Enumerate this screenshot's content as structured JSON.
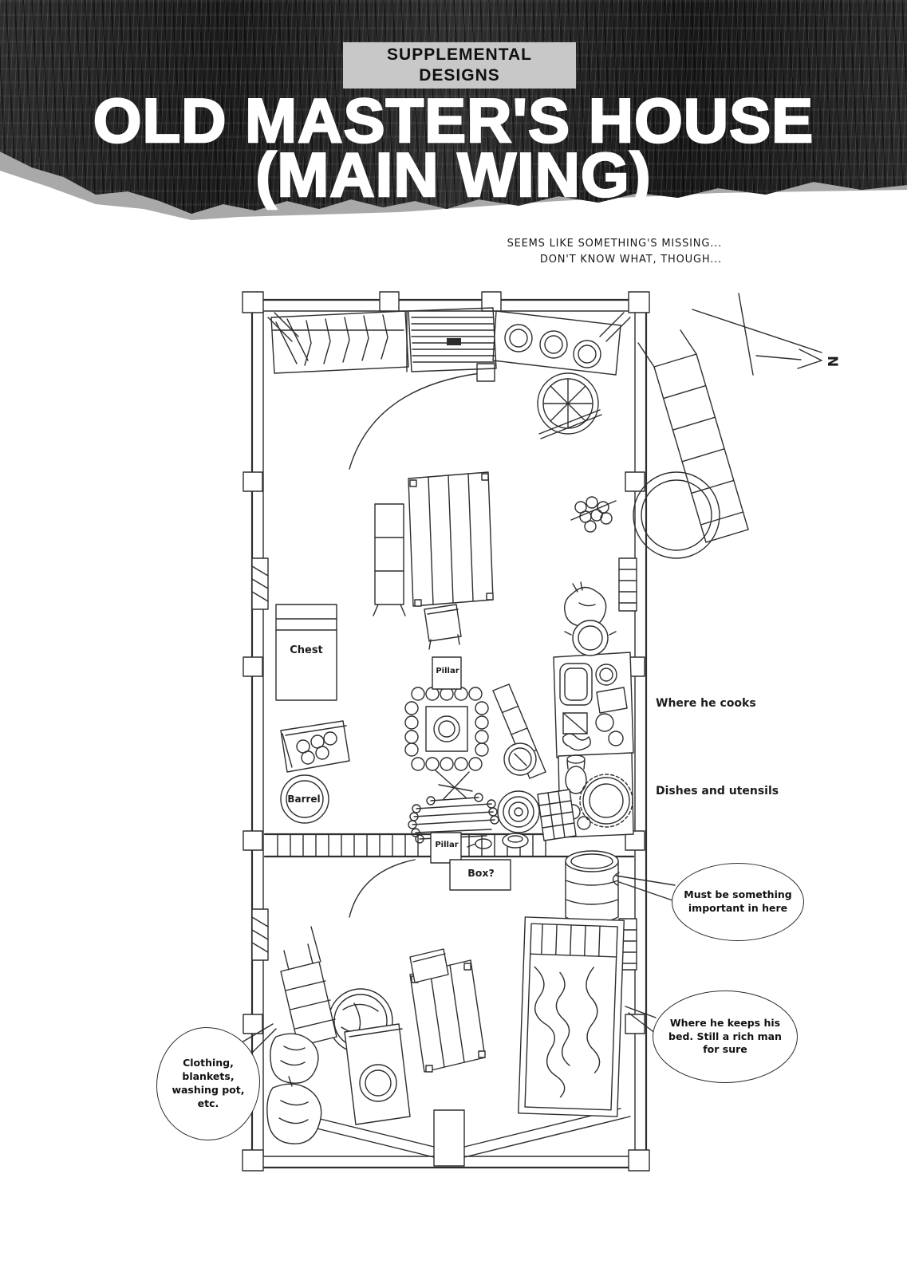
{
  "header": {
    "kicker": "SUPPLEMENTAL\nDESIGNS",
    "title_line1": "OLD MASTER'S HOUSE",
    "title_line2": "(MAIN WING)"
  },
  "note": "SEEMS LIKE SOMETHING'S MISSING...\nDON'T KNOW WHAT, THOUGH...",
  "compass": {
    "label": "N"
  },
  "plan": {
    "labels": {
      "chest": "Chest",
      "pillar_upper": "Pillar",
      "barrel": "Barrel",
      "pillar_lower": "Pillar",
      "box": "Box?"
    }
  },
  "annotations": {
    "cooks": "Where he cooks",
    "dishes": "Dishes and utensils"
  },
  "bubbles": {
    "barrel": "Must be something\nimportant in here",
    "bed": "Where he keeps his\nbed. Still a rich man\nfor sure",
    "clothing": "Clothing,\nblankets,\nwashing pot,\netc."
  }
}
